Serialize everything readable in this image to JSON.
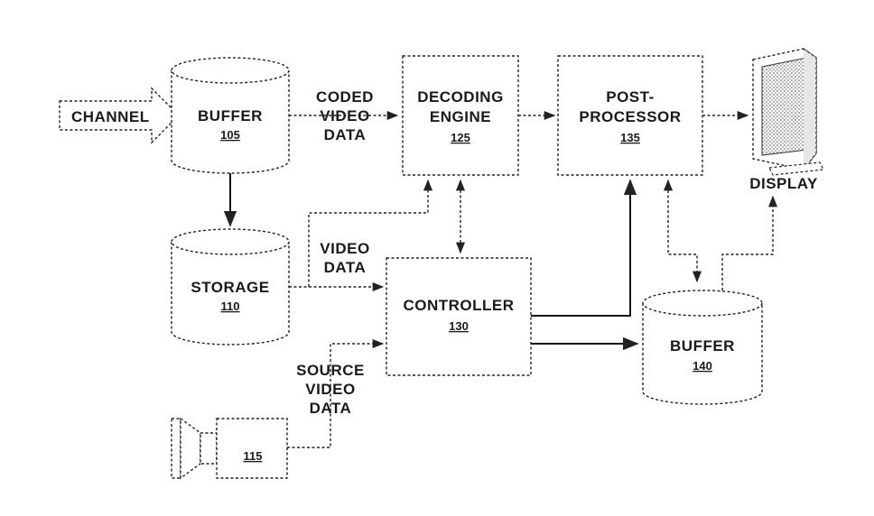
{
  "labels": {
    "channel": "CHANNEL",
    "buffer_top": "BUFFER",
    "buffer_top_num": "105",
    "coded_1": "CODED",
    "coded_2": "VIDEO",
    "coded_3": "DATA",
    "decoding_1": "DECODING",
    "decoding_2": "ENGINE",
    "decoding_num": "125",
    "post_1": "POST-",
    "post_2": "PROCESSOR",
    "post_num": "135",
    "display": "DISPLAY",
    "storage": "STORAGE",
    "storage_num": "110",
    "video_1": "VIDEO",
    "video_2": "DATA",
    "controller": "CONTROLLER",
    "controller_num": "130",
    "buffer_bottom": "BUFFER",
    "buffer_bottom_num": "140",
    "source_1": "SOURCE",
    "source_2": "VIDEO",
    "source_3": "DATA",
    "camera_num": "115"
  }
}
